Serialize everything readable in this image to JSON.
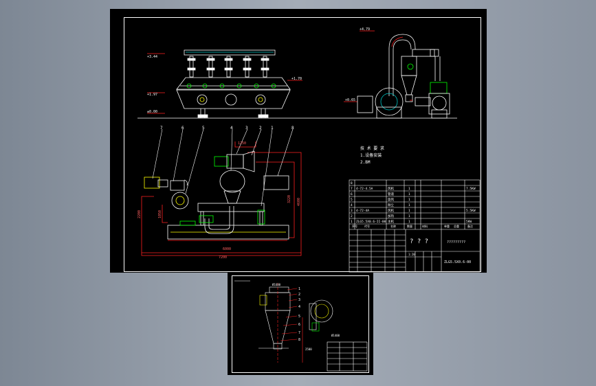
{
  "main_sheet": {
    "elevations": {
      "left_top": "+3.44",
      "left_mid": "+1.97",
      "left_low": "±0.00",
      "right_mid": "+1.70",
      "cyclone_top": "+4.79",
      "blower": "+0.65"
    },
    "callouts": [
      "7",
      "6",
      "5",
      "4",
      "3",
      "2",
      "1",
      "8"
    ],
    "dimensions": {
      "d_top": "1250",
      "d_right_inner": "3220",
      "d_right_outer": "4600",
      "d_left_outer": "2200",
      "d_left_inner": "1050",
      "d_bottom_inner": "6000",
      "d_bottom_outer": "7200"
    },
    "notes": [
      "技 术 要 求",
      "1.设备安装",
      "2.BM"
    ],
    "title_block": {
      "bom_rows": [
        {
          "no": "8",
          "code": "",
          "name": "",
          "qty": "",
          "spec": "",
          "power": ""
        },
        {
          "no": "7",
          "code": "4-72-4.5A",
          "name": "风机",
          "qty": "1",
          "spec": "",
          "power": "7.5KW"
        },
        {
          "no": "6",
          "code": "",
          "name": "管道",
          "qty": "1",
          "spec": "",
          "power": ""
        },
        {
          "no": "5",
          "code": "",
          "name": "旋风",
          "qty": "1",
          "spec": "",
          "power": ""
        },
        {
          "no": "4",
          "code": "",
          "name": "除尘",
          "qty": "1",
          "spec": "",
          "power": ""
        },
        {
          "no": "3",
          "code": "4-72-4A",
          "name": "风机",
          "qty": "1",
          "spec": "",
          "power": "5.5KW"
        },
        {
          "no": "2",
          "code": "",
          "name": "加热",
          "qty": "1",
          "spec": "",
          "power": ""
        },
        {
          "no": "1",
          "code": "ZLG5.5X0.6-II-00",
          "name": "主机",
          "qty": "1",
          "spec": "",
          "power": "5KW"
        }
      ],
      "header_row": [
        "序号",
        "代号",
        "名称",
        "数量",
        "材料",
        "单重",
        "总重",
        "备注"
      ],
      "title": "? ? ?",
      "company": "?????????",
      "scale": "1:20",
      "drawing_no": "ZLG5.5X0.6-00"
    }
  },
  "detail_sheet": {
    "labels": [
      "1",
      "2",
      "3",
      "4",
      "5",
      "6",
      "7",
      "8"
    ],
    "dims": [
      "Ø1600",
      "Ø1400",
      "2500"
    ]
  }
}
